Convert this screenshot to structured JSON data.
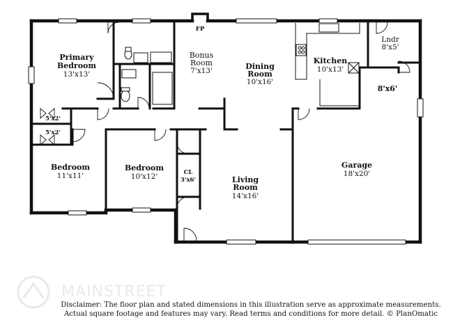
{
  "rooms": {
    "primary_bedroom": {
      "name_line1": "Primary",
      "name_line2": "Bedroom",
      "dims": "13'x13'"
    },
    "bonus_room": {
      "name_line1": "Bonus",
      "name_line2": "Room",
      "dims": "7'x13'"
    },
    "dining_room": {
      "name_line1": "Dining",
      "name_line2": "Room",
      "dims": "10'x16'"
    },
    "kitchen": {
      "name": "Kitchen",
      "dims": "10'x13'"
    },
    "laundry": {
      "name": "Lndr",
      "dims": "8'x5'"
    },
    "storage": {
      "dims": "8'x6'"
    },
    "closet_upper": {
      "dims": "5'x2'"
    },
    "closet_lower": {
      "dims": "5'x2'"
    },
    "bedroom_left": {
      "name": "Bedroom",
      "dims": "11'x11'"
    },
    "bedroom_mid": {
      "name": "Bedroom",
      "dims": "10'x12'"
    },
    "closet_cl": {
      "name": "CL",
      "dims": "3'x6'"
    },
    "living_room": {
      "name_line1": "Living",
      "name_line2": "Room",
      "dims": "14'x16'"
    },
    "garage": {
      "name": "Garage",
      "dims": "18'x20'"
    }
  },
  "fireplace_label": "FP",
  "watermark": {
    "text": "MAINSTREET"
  },
  "disclaimer": {
    "line1": "Disclaimer: The floor plan and stated dimensions in this illustration serve as approximate measurements.",
    "line2": "Actual square footage and features may vary. Read terms and conditions for more detail. © PlanOmatic"
  }
}
